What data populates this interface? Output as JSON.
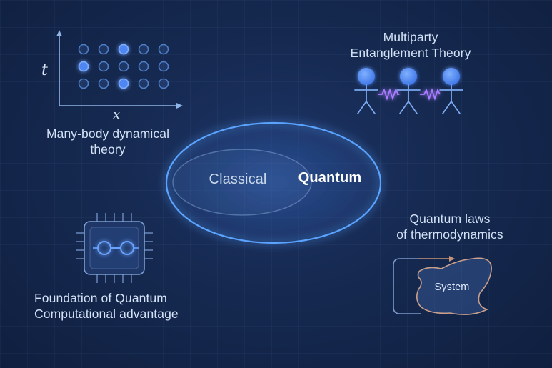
{
  "nodes": {
    "many_body": {
      "label_line1": "Many-body dynamical",
      "label_line2": "theory",
      "axis_t": "t",
      "axis_x": "x"
    },
    "multiparty": {
      "label_line1": "Multiparty",
      "label_line2": "Entanglement Theory"
    },
    "thermo": {
      "label_line1": "Quantum laws",
      "label_line2": "of thermodynamics",
      "box_label": "System"
    },
    "foundation": {
      "label_line1": "Foundation of Quantum",
      "label_line2": "Computational advantage"
    }
  },
  "venn": {
    "inner_label": "Classical",
    "outer_label": "Quantum"
  },
  "colors": {
    "background": "#162a52",
    "glow_blue": "#4d8cf0",
    "dot_blue": "#4f86f2",
    "spring_purple": "#9a6df5",
    "system_border": "#d8a888"
  }
}
